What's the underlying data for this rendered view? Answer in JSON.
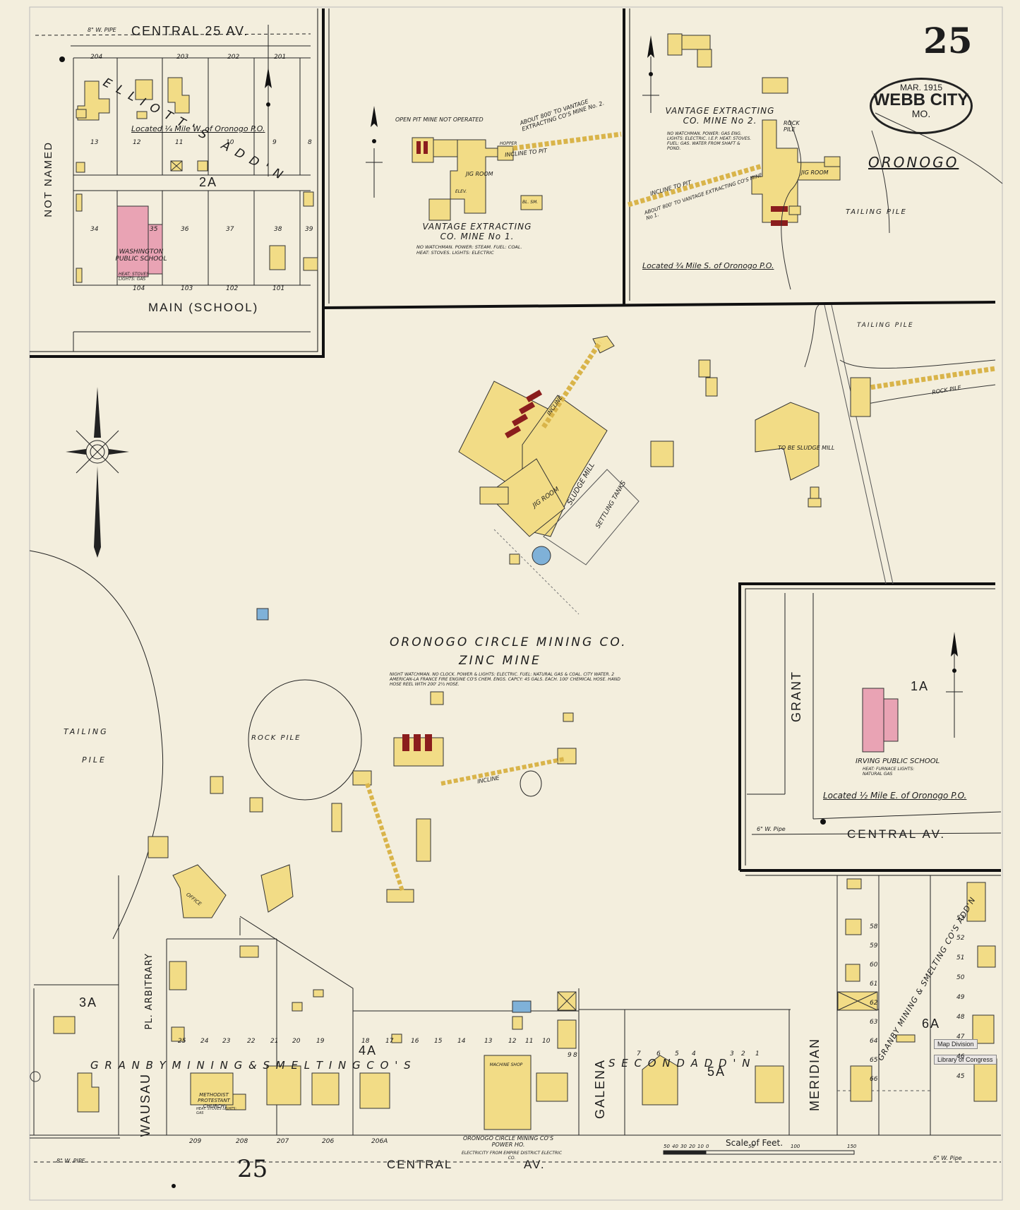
{
  "sheet": {
    "number": "25",
    "date": "MAR. 1915",
    "city": "WEBB CITY",
    "state": "MO.",
    "town": "ORONOGO",
    "bottom_number": "25"
  },
  "streets": {
    "central_25_top": "CENTRAL 25 AV.",
    "main_school": "MAIN  (SCHOOL)",
    "not_named": "NOT NAMED",
    "central_bottom": "CENTRAL",
    "central_av": "AV.",
    "central_right": "CENTRAL     AV.",
    "wausau": "WAUSAU",
    "arbitrary_pl": "PL. ARBITRARY",
    "galena": "GALENA",
    "meridian": "MERIDIAN",
    "grant": "GRANT",
    "pipe_8": "8\" W. PIPE",
    "pipe_6": "6\" W. Pipe"
  },
  "insets": {
    "elliotts": {
      "addition": "ELLIOTT'S  ADD'N",
      "block": "2A",
      "located": "Located ¼ Mile W. of Oronogo P.O.",
      "school": "WASHINGTON PUBLIC SCHOOL",
      "school_note": "HEAT: STOVES  LIGHTS: GAS"
    },
    "mine1": {
      "note_top": "OPEN PIT MINE NOT OPERATED",
      "incline_note": "ABOUT 800' TO VANTAGE EXTRACTING CO'S MINE No. 2.",
      "incline": "INCLINE TO PIT",
      "title": "VANTAGE EXTRACTING CO. MINE No 1.",
      "details": "NO WATCHMAN. POWER: STEAM. FUEL: COAL. HEAT: STOVES. LIGHTS: ELECTRIC",
      "jig": "JIG ROOM",
      "hopper": "HOPPER",
      "elev": "ELEV.",
      "bl_sm": "BL. SM."
    },
    "mine2": {
      "title": "VANTAGE EXTRACTING CO. MINE No 2.",
      "details": "NO WATCHMAN. POWER: GAS ENG. LIGHTS: ELECTRIC. I.E.P. HEAT: STOVES. FUEL: GAS. WATER FROM SHAFT & POND.",
      "incline": "INCLINE TO PIT",
      "incline_note": "ABOUT 800' TO VANTAGE EXTRACTING CO'S MINE No 1.",
      "rock_pile": "ROCK PILE",
      "jig": "JIG ROOM",
      "located": "Located ¾ Mile S. of Oronogo P.O.",
      "tailing": "TAILING    PILE"
    },
    "irving": {
      "block": "1A",
      "school": "IRVING PUBLIC SCHOOL",
      "school_note": "HEAT: FURNACE  LIGHTS: NATURAL GAS",
      "located": "Located ½ Mile E. of Oronogo P.O."
    }
  },
  "main": {
    "company": "ORONOGO  CIRCLE  MINING  CO.",
    "mine": "ZINC  MINE",
    "details": "NIGHT WATCHMAN. NO CLOCK. POWER & LIGHTS: ELECTRIC. FUEL: NATURAL GAS & COAL. CITY WATER. 2 AMERICAN-LA FRANCE FIRE ENGINE CO'S CHEM. ENGS. CAPCY: 45 GALS. EACH. 100' CHEMICAL HOSE. HAND HOSE REEL WITH 200' 2½ HOSE.",
    "tailing_left": "TAILING",
    "pile_left": "PILE",
    "rock_pile": "ROCK  PILE",
    "tailing_right": "TAILING  PILE",
    "rock_pile_right": "ROCK  PILE",
    "incline": "INCLINE",
    "sludge_mill": "SLUDGE MILL",
    "jig_room": "JIG ROOM",
    "settling_tanks": "SETTLING TANKS",
    "to_be_sludge": "TO BE SLUDGE MILL",
    "office": "OFFICE",
    "power_house": "ORONOGO CIRCLE MINING CO'S POWER HO.",
    "power_note": "ELECTRICITY FROM EMPIRE DISTRICT ELECTRIC CO.",
    "machine_shop": "MACHINE SHOP",
    "granby": "G R A N B Y   M I N I N G   &   S M E L T I N G   C O ' S",
    "second_addn": "S E C O N D   A D D ' N",
    "granby_addn": "GRANBY MINING & SMELTING CO'S ADD'N",
    "church": "METHODIST PROTESTANT CHURCH",
    "church_note": "HEAT: STOVES  LIGHTS: GAS",
    "blocks": [
      "3A",
      "4A",
      "5A",
      "6A"
    ],
    "scale": "Scale of Feet.",
    "scale_ticks": [
      "50",
      "40",
      "30",
      "20",
      "10",
      "0",
      "50",
      "100",
      "150"
    ],
    "map_division": "Map Division",
    "library_congress": "Library of Congress",
    "lots_granby": [
      "25",
      "24",
      "23",
      "22",
      "21",
      "20",
      "19",
      "18",
      "17",
      "16",
      "15",
      "14",
      "13",
      "12",
      "11",
      "10",
      "9",
      "8"
    ],
    "lots_bottom": [
      "209",
      "208",
      "207",
      "206",
      "206A"
    ],
    "lots_second": [
      "7",
      "6",
      "5",
      "4",
      "3",
      "2",
      "1"
    ],
    "lots_right": [
      "58",
      "59",
      "60",
      "61",
      "62",
      "63",
      "64",
      "65",
      "66"
    ],
    "lots_right2": [
      "53",
      "52",
      "51",
      "50",
      "49",
      "48",
      "47",
      "46",
      "45"
    ],
    "lots_elliotts_top": [
      "204",
      "203",
      "202",
      "201"
    ],
    "lots_elliotts_row": [
      "13",
      "12",
      "11",
      "10",
      "9",
      "8"
    ],
    "lots_elliotts_low": [
      "34",
      "35",
      "36",
      "37",
      "38",
      "39"
    ],
    "lots_elliotts_bottom": [
      "104",
      "103",
      "102",
      "101"
    ]
  },
  "colors": {
    "paper": "#f3eedd",
    "yellow": "#f2dc86",
    "pink": "#e9a3b4",
    "blue": "#7fb1d8",
    "gray": "#b9b3a6",
    "line": "#222222"
  }
}
